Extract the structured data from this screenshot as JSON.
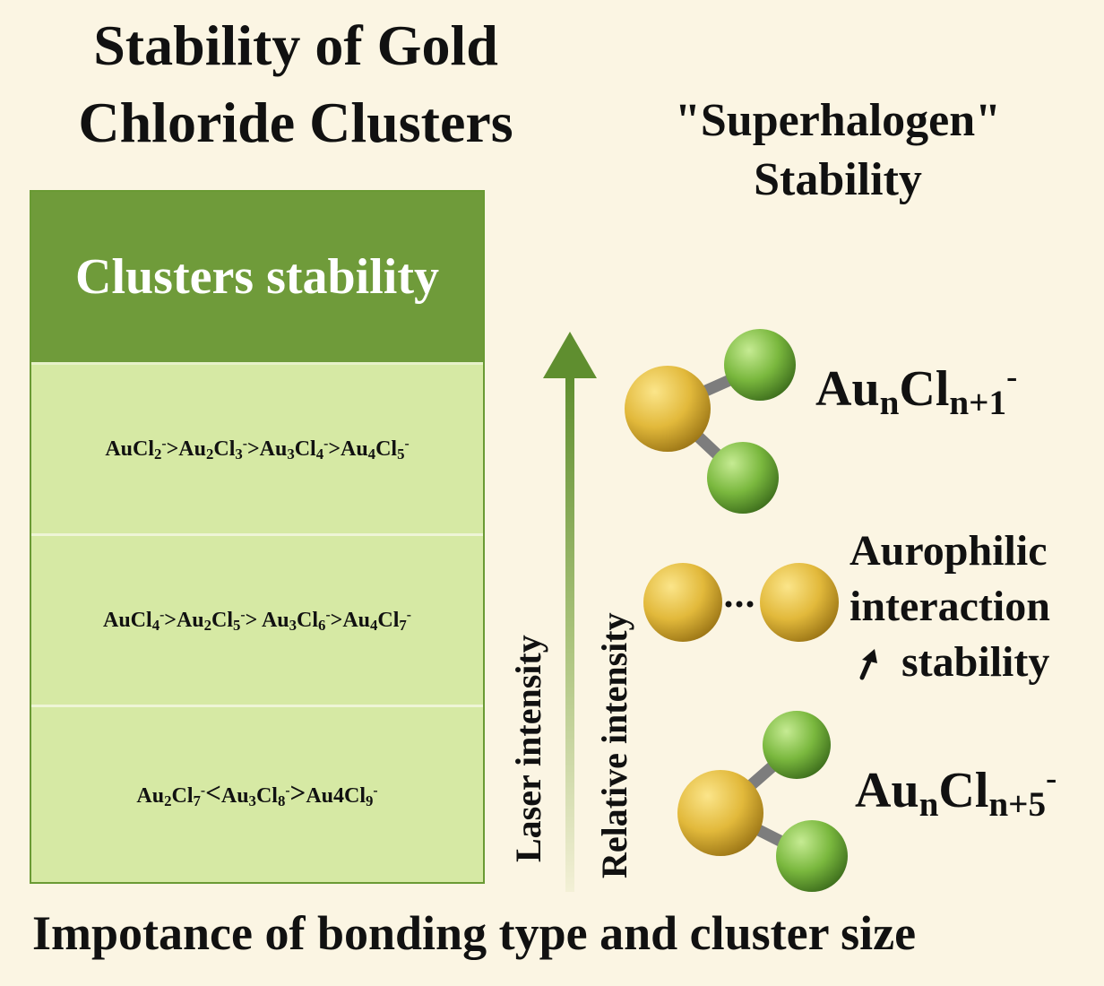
{
  "title": {
    "line1": "Stability of Gold",
    "line2": "Chloride Clusters"
  },
  "superhalogen": {
    "line1": "\"Superhalogen\"",
    "line2": "Stability"
  },
  "table": {
    "header": "Clusters stability",
    "rows": [
      {
        "id": "row1"
      },
      {
        "id": "row2"
      },
      {
        "id": "row3"
      }
    ]
  },
  "axis_labels": {
    "laser": "Laser intensity",
    "relative": "Relative intensity"
  },
  "clusters": {
    "top": {
      "base": "Au",
      "sub1": "n",
      "mid": "Cl",
      "sub2": "n+1",
      "charge": "-"
    },
    "bottom": {
      "base": "Au",
      "sub1": "n",
      "mid": "Cl",
      "sub2": "n+5",
      "charge": "-"
    }
  },
  "aurophilic": {
    "line1": "Aurophilic",
    "line2": "interaction",
    "line3": "stability"
  },
  "footer": "Impotance of bonding type and cluster size",
  "colors": {
    "background": "#fbf5e3",
    "table_header": "#6f9b3a",
    "table_body": "#d6e9a4",
    "gold_atom": "#e2b93b",
    "chlorine_atom": "#7ab83e"
  }
}
